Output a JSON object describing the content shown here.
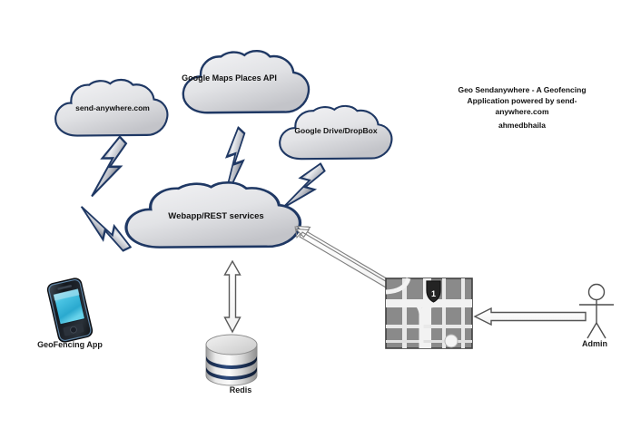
{
  "diagram": {
    "title": "Geo Sendanywhere - A Geofencing Application powered by send-anywhere.com",
    "title_lines": [
      "Geo Sendanywhere - A Geofencing",
      "Application powered by send-",
      "anywhere.com"
    ],
    "credit": "ahmedbhaila",
    "background_color": "#ffffff",
    "nodes": [
      {
        "id": "send-anywhere-cloud",
        "label": "send-anywhere.com",
        "shape": "cloud",
        "icon": "cloud-icon",
        "fill": "#d9dade",
        "stroke": "#1f3864"
      },
      {
        "id": "google-maps-cloud",
        "label": "Google Maps Places API",
        "shape": "cloud",
        "icon": "cloud-icon",
        "fill": "#d9dade",
        "stroke": "#1f3864"
      },
      {
        "id": "google-drive-cloud",
        "label": "Google Drive/DropBox",
        "shape": "cloud",
        "icon": "cloud-icon",
        "fill": "#d9dade",
        "stroke": "#1f3864"
      },
      {
        "id": "webapp-cloud",
        "label": "Webapp/REST services",
        "shape": "cloud",
        "icon": "cloud-icon",
        "fill": "#d9dade",
        "stroke": "#1f3864"
      },
      {
        "id": "geofencing-app",
        "label": "GeoFencing App",
        "shape": "smartphone",
        "icon": "smartphone-icon",
        "screen_color": "#3fc1e0",
        "body_color": "#1a1a22"
      },
      {
        "id": "redis",
        "label": "Redis",
        "shape": "cylinder-database",
        "icon": "database-icon",
        "fill": "#d8d8d8",
        "band_color": "#1f3864"
      },
      {
        "id": "map-tile",
        "label": "",
        "shape": "map",
        "icon": "map-icon",
        "shield_text": "1",
        "fill": "#888888",
        "road_color": "#e8e8e8"
      },
      {
        "id": "admin",
        "label": "Admin",
        "shape": "stick-figure",
        "icon": "user-icon",
        "stroke": "#4d4d4d"
      }
    ],
    "connectors": [
      {
        "id": "c1",
        "from": "send-anywhere-cloud",
        "to": "webapp-cloud",
        "style": "lightning-bolt"
      },
      {
        "id": "c2",
        "from": "google-maps-cloud",
        "to": "webapp-cloud",
        "style": "lightning-bolt"
      },
      {
        "id": "c3",
        "from": "google-drive-cloud",
        "to": "webapp-cloud",
        "style": "lightning-bolt"
      },
      {
        "id": "c4",
        "from": "webapp-cloud",
        "to": "geofencing-app",
        "style": "lightning-bolt"
      },
      {
        "id": "c5",
        "from": "webapp-cloud",
        "to": "redis",
        "style": "double-headed-block-arrow"
      },
      {
        "id": "c6",
        "from": "map-tile",
        "to": "webapp-cloud",
        "style": "thin-outlined-arrow"
      },
      {
        "id": "c7",
        "from": "admin",
        "to": "map-tile",
        "style": "block-arrow"
      }
    ]
  }
}
